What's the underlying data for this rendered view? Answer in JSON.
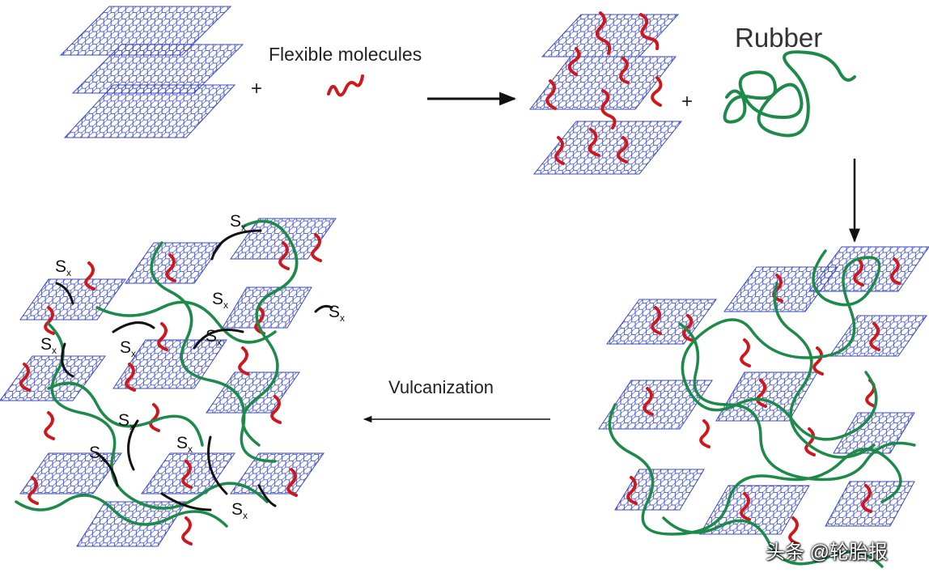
{
  "labels": {
    "flexible_molecules": "Flexible molecules",
    "rubber": "Rubber",
    "vulcanization": "Vulcanization",
    "plus": "+",
    "sx_main": "S",
    "sx_sub": "x"
  },
  "watermark": "头条 @轮胎报",
  "colors": {
    "graphene": "#3a49c8",
    "flexible_molecule": "#d0171c",
    "rubber_chain": "#1e8a4a",
    "crosslink": "#111111",
    "arrow": "#111111"
  },
  "icons": [
    "graphene-sheet-icon",
    "flexible-molecule-icon",
    "rubber-chain-icon",
    "arrow-icon"
  ]
}
